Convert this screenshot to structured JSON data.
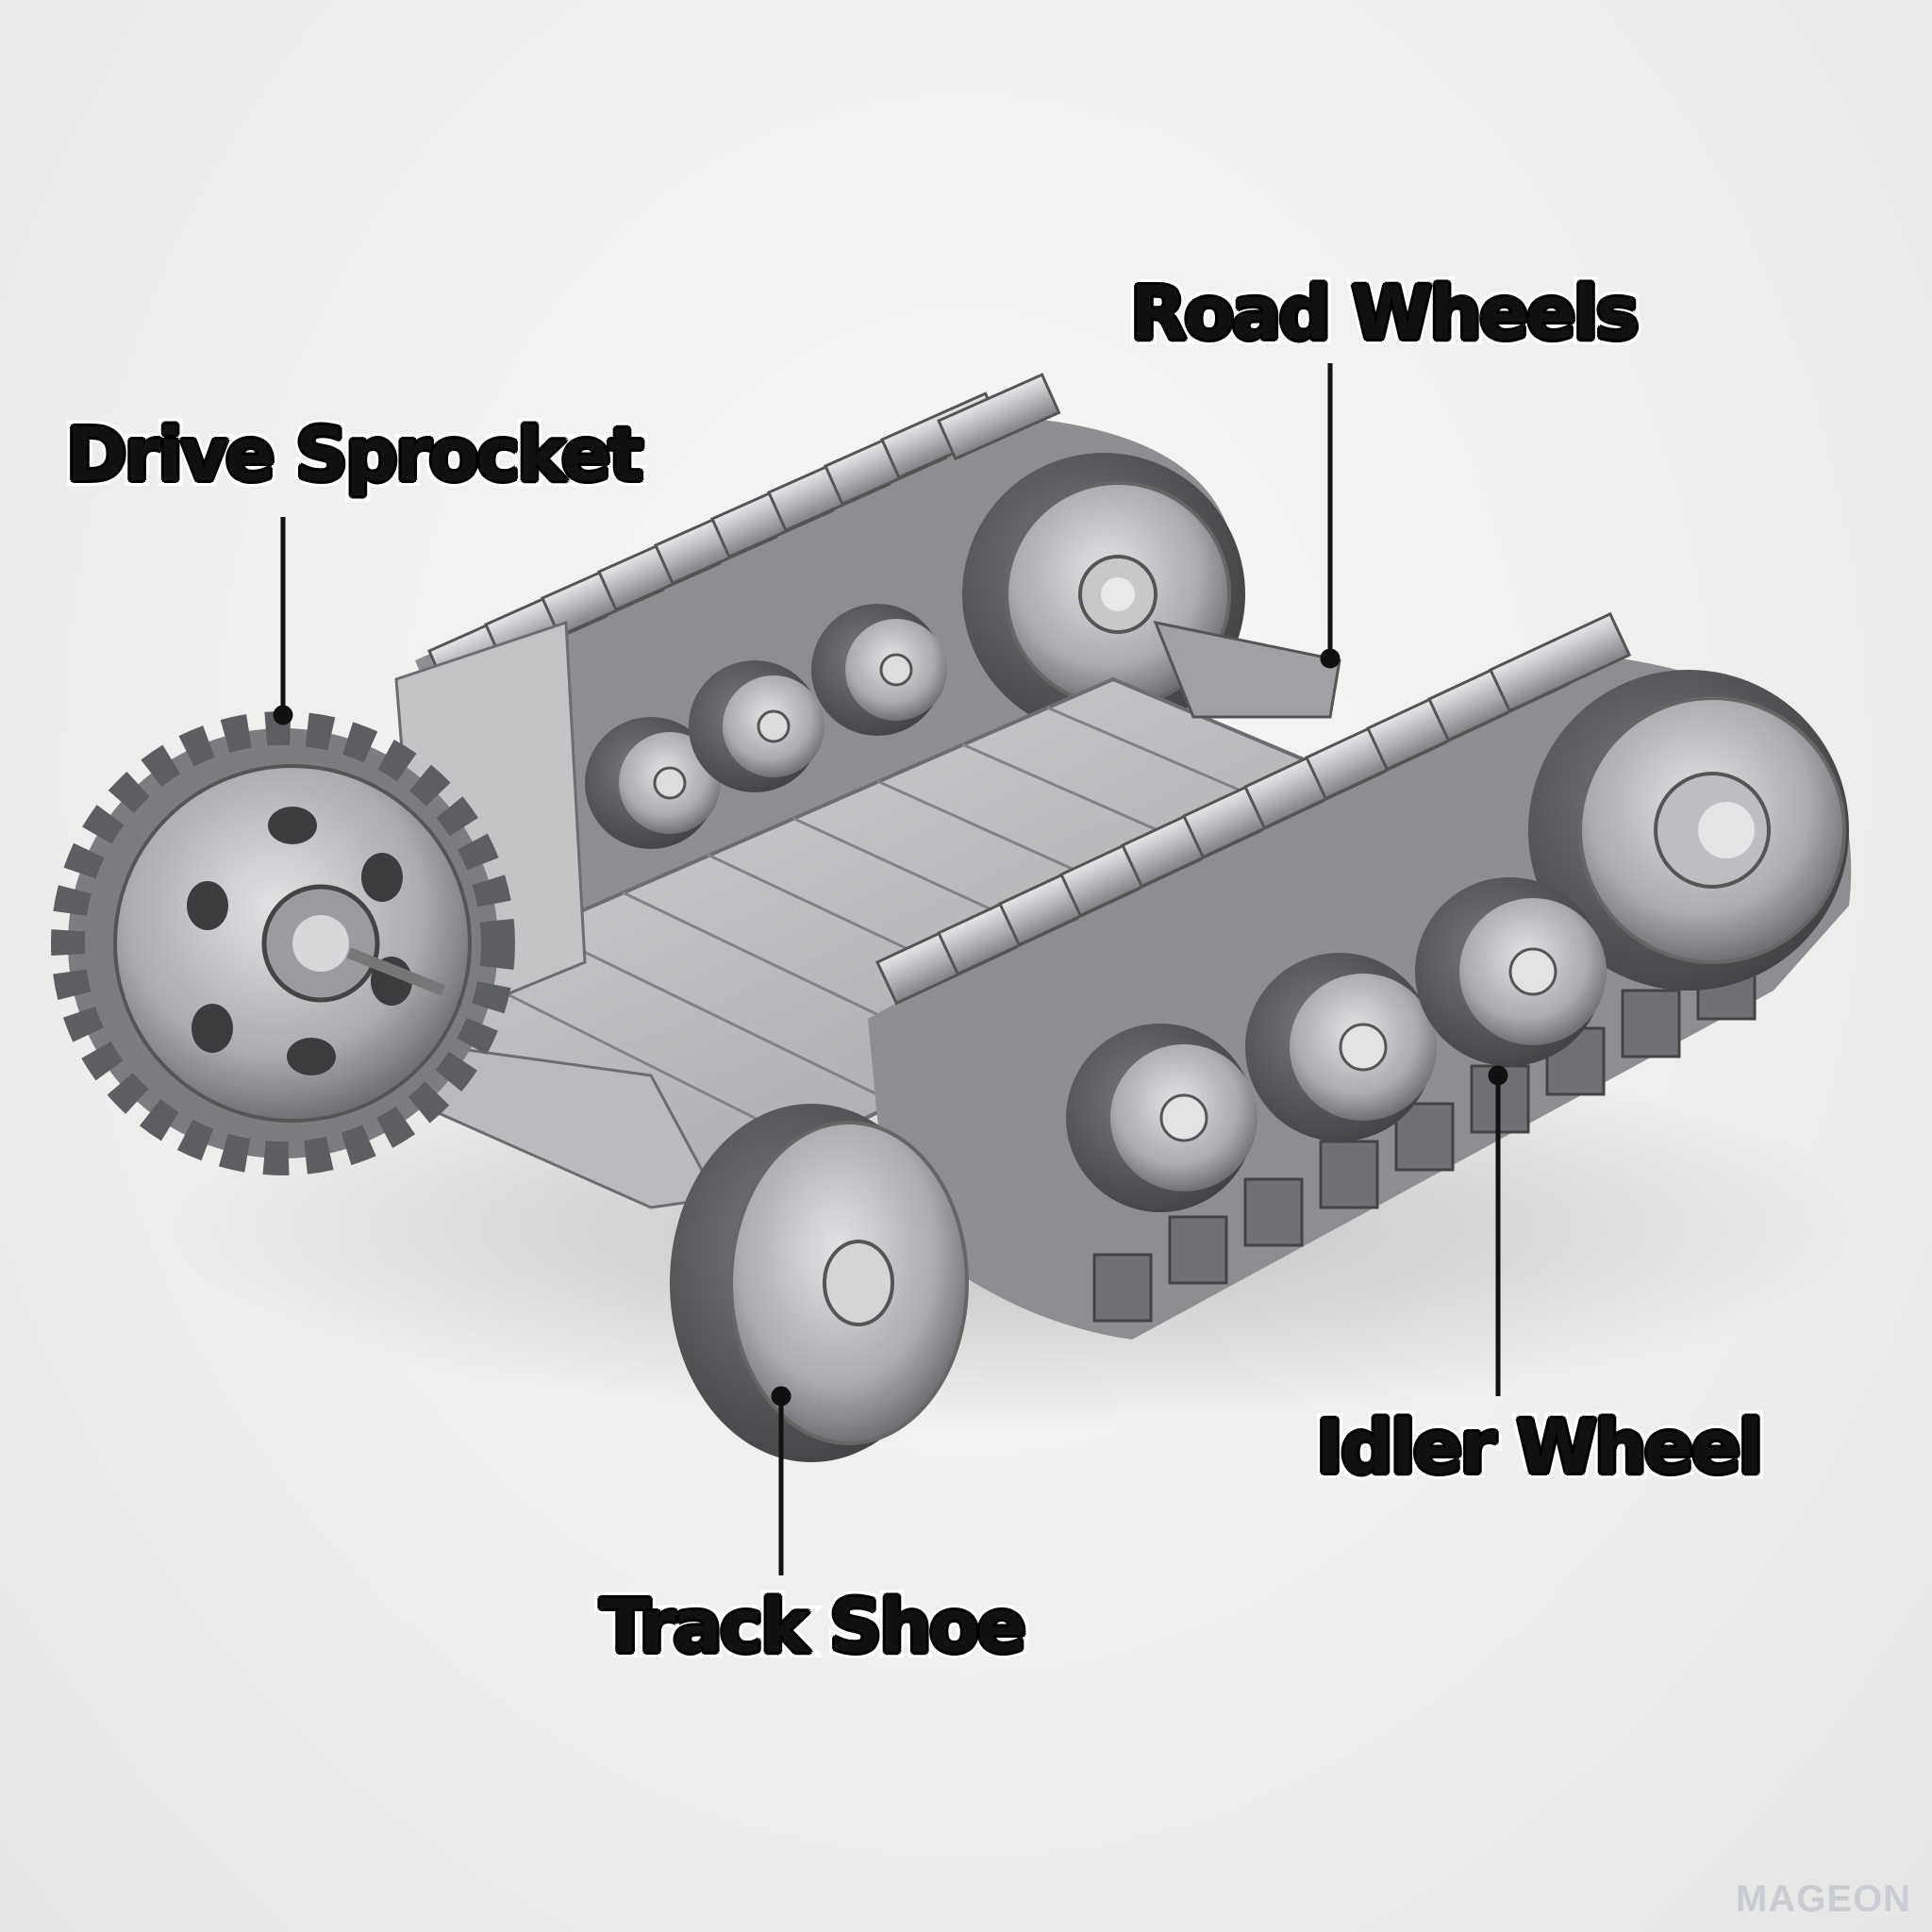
{
  "labels": {
    "drive_sprocket": "Drive Sprocket",
    "road_wheels": "Road Wheels",
    "idler_wheel": "Idler Wheel",
    "track_shoe": "Track Shoe"
  },
  "watermark": "MAGEON",
  "colors": {
    "background": "#efefee",
    "steel_light": "#d9dadc",
    "steel_mid": "#a8aaad",
    "steel_dark": "#5b5d60",
    "rubber": "#4a4b4d",
    "leader_line": "#111111"
  }
}
